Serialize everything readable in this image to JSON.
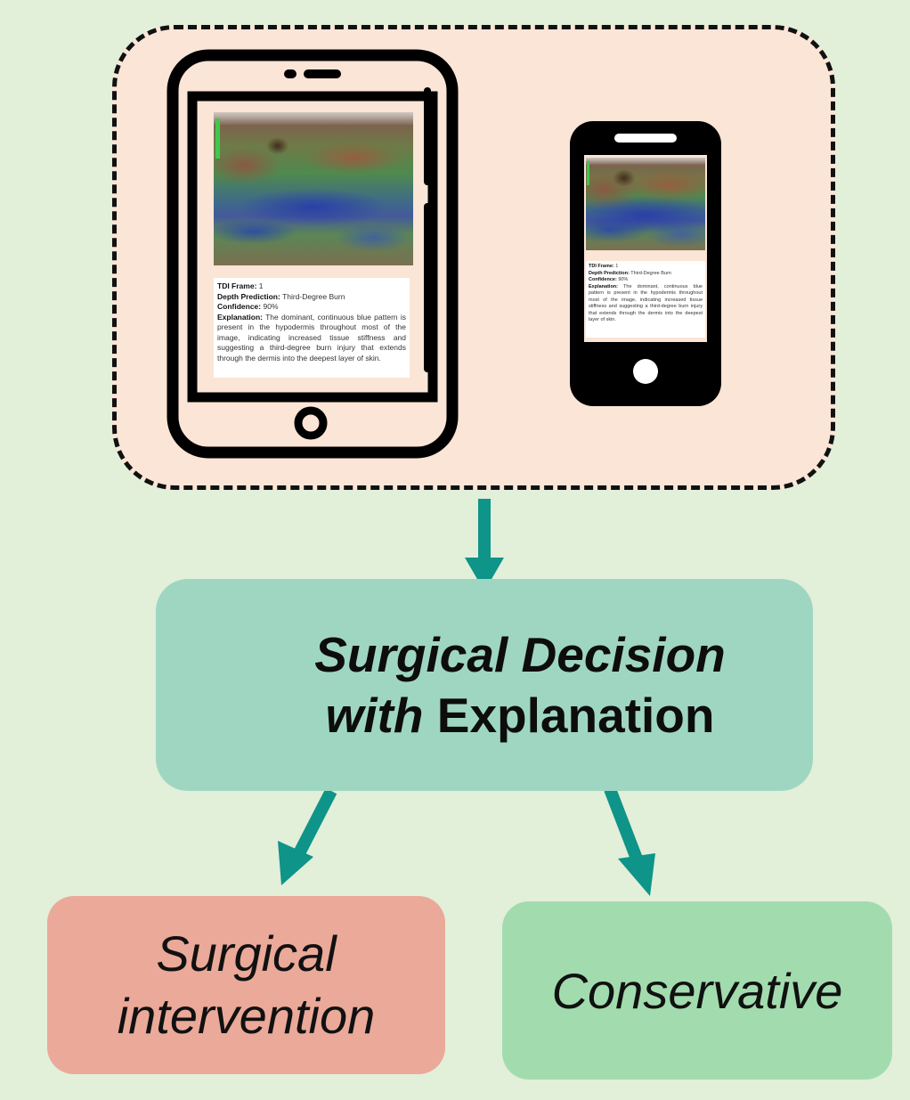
{
  "devices": {
    "tablet_report": {
      "frame_label": "TDI Frame:",
      "frame_value": "1",
      "depth_label": "Depth Prediction:",
      "depth_value": "Third-Degree Burn",
      "confidence_label": "Confidence:",
      "confidence_value": "90%",
      "explanation_label": "Explanation:",
      "explanation_text": "The dominant, continuous blue pattern is present in the hypodermis throughout most of the image, indicating increased tissue stiffness and suggesting a third-degree burn injury that extends through the dermis into the deepest layer of skin."
    },
    "phone_report": {
      "frame_label": "TDI Frame:",
      "frame_value": "1",
      "depth_label": "Depth Prediction:",
      "depth_value": "Third-Degree Burn",
      "confidence_label": "Confidence:",
      "confidence_value": "90%",
      "explanation_label": "Explanation:",
      "explanation_text": "The dominant, continuous blue pattern is present in the hypodermis throughout most of the image, indicating increased tissue stiffness and suggesting a third-degree burn injury that extends through the dermis into the deepest layer of skin."
    }
  },
  "decision": {
    "line1": "Surgical Decision",
    "line2_italic": "with",
    "line2_bold": "Explanation"
  },
  "outcomes": {
    "surgery_line1": "Surgical",
    "surgery_line2": "intervention",
    "conservative": "Conservative"
  },
  "colors": {
    "background": "#e2efd9",
    "panel": "#fbe5d6",
    "decision": "#9fd6c2",
    "surgery": "#eba999",
    "conservative": "#a2dcae",
    "arrow": "#0e9488"
  }
}
